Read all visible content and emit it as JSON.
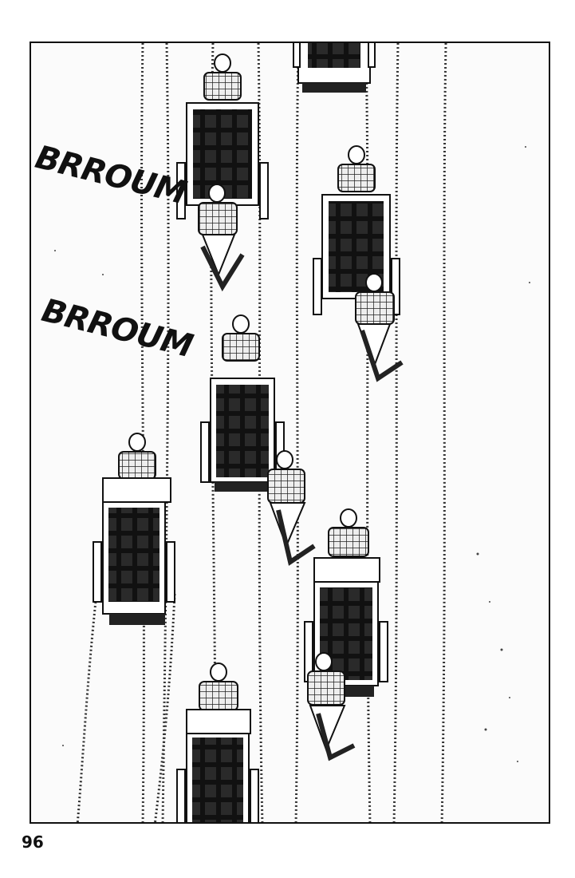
{
  "sound_effects": [
    "BRROUM",
    "BRROUM"
  ],
  "page_number": "96"
}
